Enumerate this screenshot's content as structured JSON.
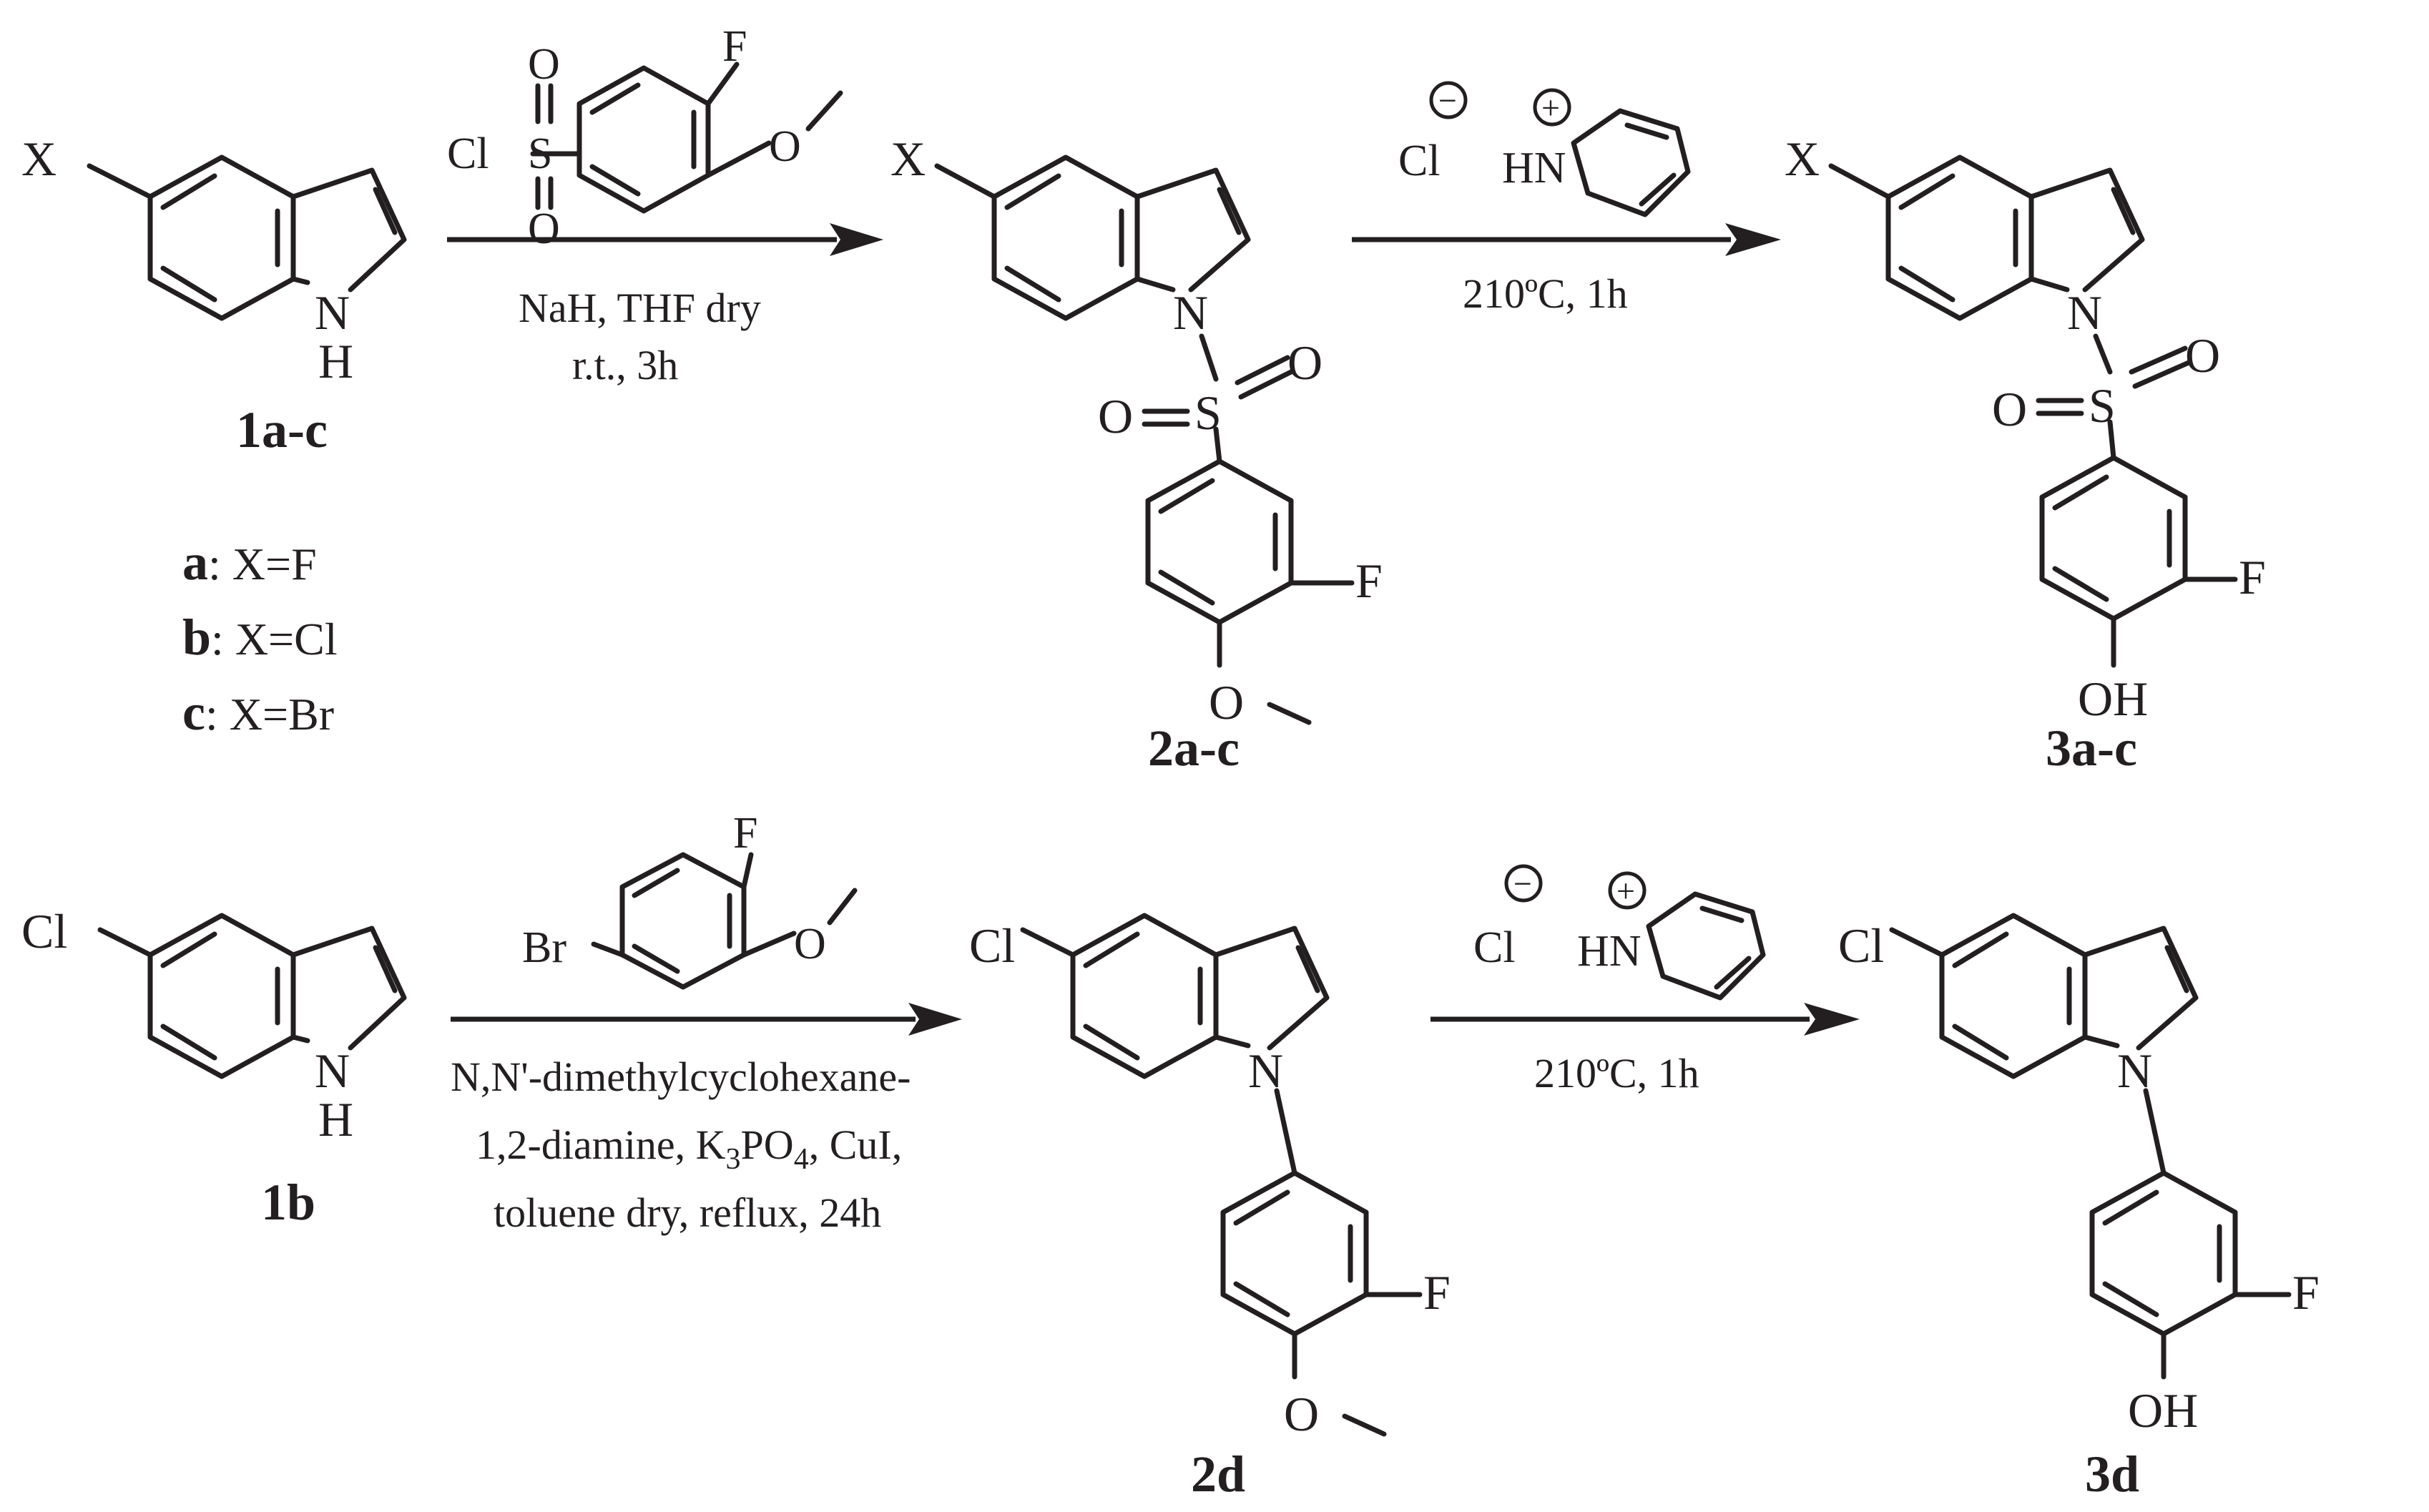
{
  "row1": {
    "start": {
      "label": "1a-c",
      "sub_X": "X",
      "N": "N",
      "H": "H"
    },
    "reagent1": {
      "Cl": "Cl",
      "S": "S",
      "O_top": "O",
      "O_bot": "O",
      "F": "F",
      "O_me": "O"
    },
    "conditions1": {
      "line1": "NaH, THF dry",
      "line2": "r.t., 3h"
    },
    "product2": {
      "label": "2a-c",
      "X": "X",
      "N": "N",
      "S": "S",
      "O1": "O",
      "O2": "O",
      "F": "F",
      "O_me": "O"
    },
    "reagent2": {
      "Cl": "Cl",
      "HN": "HN",
      "minus": "−",
      "plus": "+"
    },
    "conditions2": {
      "line1": "210ºC, 1h"
    },
    "product3": {
      "label": "3a-c",
      "X": "X",
      "N": "N",
      "S": "S",
      "O1": "O",
      "O2": "O",
      "F": "F",
      "OH": "OH"
    }
  },
  "key": [
    {
      "letter": "a",
      "text": ": X=F"
    },
    {
      "letter": "b",
      "text": ": X=Cl"
    },
    {
      "letter": "c",
      "text": ": X=Br"
    }
  ],
  "row2": {
    "start": {
      "label": "1b",
      "Cl": "Cl",
      "N": "N",
      "H": "H"
    },
    "reagent1": {
      "Br": "Br",
      "F": "F",
      "O_me": "O"
    },
    "conditions1": {
      "line1": "N,N'-dimethylcyclohexane-",
      "line2_a": "1,2-diamine, K",
      "line2_sub1": "3",
      "line2_b": "PO",
      "line2_sub2": "4",
      "line2_c": ", CuI,",
      "line3": "toluene dry, reflux, 24h"
    },
    "product2": {
      "label": "2d",
      "Cl": "Cl",
      "N": "N",
      "F": "F",
      "O_me": "O"
    },
    "reagent2": {
      "Cl": "Cl",
      "HN": "HN",
      "minus": "−",
      "plus": "+"
    },
    "conditions2": {
      "line1": "210ºC, 1h"
    },
    "product3": {
      "label": "3d",
      "Cl": "Cl",
      "N": "N",
      "F": "F",
      "OH": "OH"
    }
  }
}
